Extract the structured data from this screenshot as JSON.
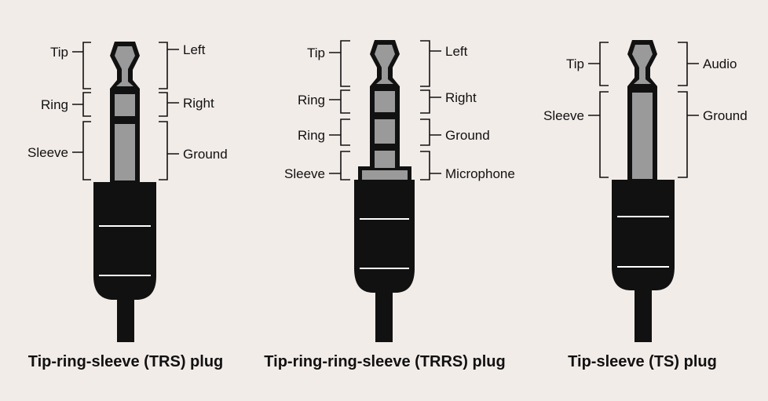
{
  "colors": {
    "background": "#f2ece9",
    "outline": "#111111",
    "conductor": "#9a9a9a",
    "highlight": "#ffffff"
  },
  "plugs": [
    {
      "caption": "Tip-ring-sleeve (TRS) plug",
      "left_labels": [
        "Tip",
        "Ring",
        "Sleeve"
      ],
      "right_labels": [
        "Left",
        "Right",
        "Ground"
      ]
    },
    {
      "caption": "Tip-ring-ring-sleeve (TRRS) plug",
      "left_labels": [
        "Tip",
        "Ring",
        "Ring",
        "Sleeve"
      ],
      "right_labels": [
        "Left",
        "Right",
        "Ground",
        "Microphone"
      ]
    },
    {
      "caption": "Tip-sleeve (TS) plug",
      "left_labels": [
        "Tip",
        "Sleeve"
      ],
      "right_labels": [
        "Audio",
        "Ground"
      ]
    }
  ]
}
